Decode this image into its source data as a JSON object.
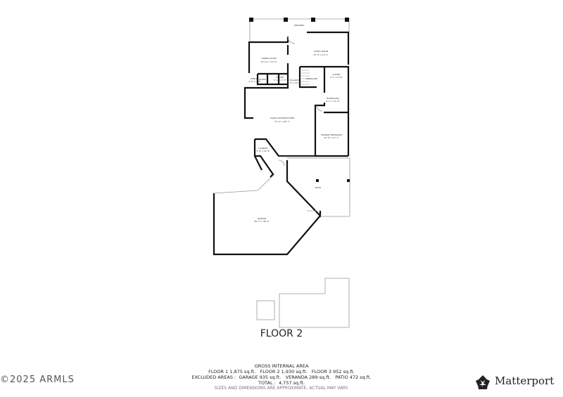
{
  "plan": {
    "floor_title": "FLOOR 2",
    "rooms": {
      "veranda": "VERANDA",
      "living_room": {
        "name": "LIVING ROOM",
        "dims": "15' 9\" x 13' 2\""
      },
      "dining_room": {
        "name": "DINING ROOM",
        "dims": "14' 11\" x 12' 0\""
      },
      "pantry": {
        "name": "PANTRY",
        "dims": "2' 6\" x 4' 8\""
      },
      "room_small": "ROOM",
      "closet_a": {
        "name": "CLOSET",
        "dims": "5' 1\" x 3' 1\""
      },
      "hallway": {
        "name": "HALLWAY",
        "dims": "3' 0\" x 14' 0\""
      },
      "staircase": "STAIRCASE",
      "closet_b": {
        "name": "CLOSET",
        "dims": "9' 1\" x 6' 8\""
      },
      "bathroom": {
        "name": "BATHROOM",
        "dims": "9' 2\" x 11' 8\""
      },
      "living_kitchen": {
        "name": "LIVING ROOM/KITCHEN",
        "dims": "31' 9\" x 28' 7\""
      },
      "primary_bedroom": {
        "name": "PRIMARY BEDROOM",
        "dims": "15' 8\" x 17' 1\""
      },
      "laundry": {
        "name": "LAUNDRY",
        "dims": "5' 8\" x 10' 8\""
      },
      "patio": "PATIO",
      "garage": {
        "name": "GARAGE",
        "dims": "36' 3\" x 36' 4\""
      }
    }
  },
  "area": {
    "heading": "GROSS INTERNAL AREA",
    "floors": "FLOOR 1 1,875 sq.ft.   FLOOR 2 1,930 sq.ft.   FLOOR 3 952 sq.ft.",
    "excluded": "EXCLUDED AREAS :  GARAGE 935 sq.ft.   VERANDA 289 sq.ft.   PATIO 472 sq.ft.",
    "total": "TOTAL :  4,757 sq.ft.",
    "note": "SIZES AND DIMENSIONS ARE APPROXIMATE, ACTUAL MAY VARY."
  },
  "copyright": "©2025 ARMLS",
  "brand": "Matterport",
  "colors": {
    "wall": "#111111",
    "thin": "#999999"
  }
}
